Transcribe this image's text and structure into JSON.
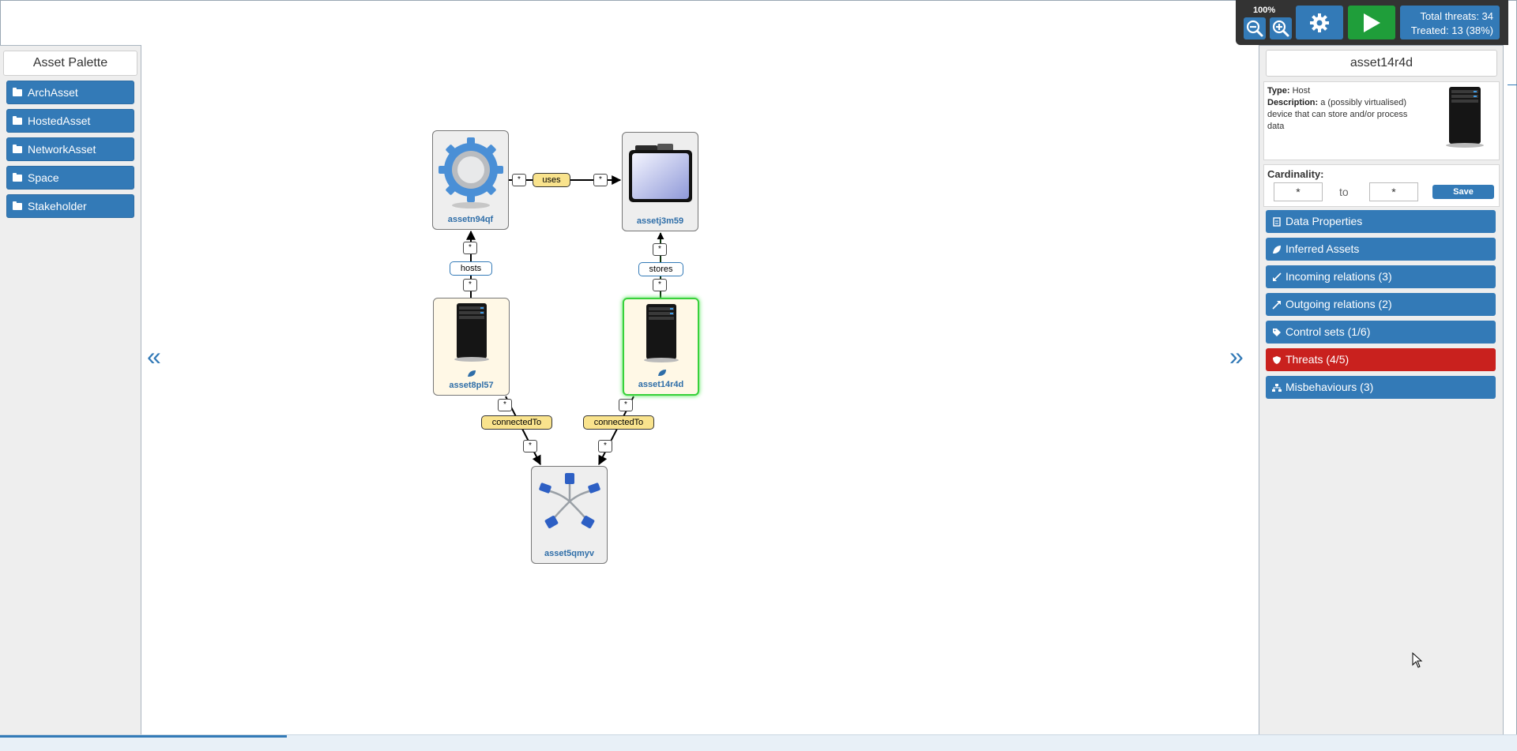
{
  "palette": {
    "title": "Asset Palette",
    "items": [
      {
        "label": "ArchAsset"
      },
      {
        "label": "HostedAsset"
      },
      {
        "label": "NetworkAsset"
      },
      {
        "label": "Space"
      },
      {
        "label": "Stakeholder"
      }
    ]
  },
  "toolbar": {
    "zoom_level": "100%",
    "total_threats": "Total threats: 34",
    "treated": "Treated: 13 (38%)"
  },
  "nodes": {
    "process": "assetn94qf",
    "data": "assetj3m59",
    "host_left": "asset8pl57",
    "host_right": "asset14r4d",
    "network": "asset5qmyv"
  },
  "relations": {
    "uses": "uses",
    "hosts": "hosts",
    "stores": "stores",
    "connected_left": "connectedTo",
    "connected_right": "connectedTo",
    "cardinality_mark": "*"
  },
  "details": {
    "title": "asset14r4d",
    "type_label": "Type:",
    "type_value": "Host",
    "description_label": "Description:",
    "description_value": "a (possibly virtualised) device that can store and/or process data",
    "cardinality_label": "Cardinality:",
    "cardinality_from": "*",
    "cardinality_to_label": "to",
    "cardinality_to": "*",
    "save_label": "Save",
    "sections": {
      "data_properties": "Data Properties",
      "inferred_assets": "Inferred Assets",
      "incoming": "Incoming relations (3)",
      "outgoing": "Outgoing relations (2)",
      "control_sets": "Control sets (1/6)",
      "threats": "Threats (4/5)",
      "misbehaviours": "Misbehaviours (3)"
    }
  },
  "colors": {
    "primary": "#337ab7",
    "danger": "#c9211e",
    "success": "#1f9e3a",
    "selected_outline": "#38d13b",
    "relation_yellow": "#f9e38d"
  },
  "icons": [
    "folder-icon",
    "zoom-out-icon",
    "zoom-in-icon",
    "gear-icon",
    "play-icon",
    "chevron-double-left-icon",
    "chevron-double-right-icon",
    "server-icon",
    "cog-process-icon",
    "data-folder-icon",
    "network-cables-icon",
    "leaf-icon",
    "cursor-icon"
  ]
}
